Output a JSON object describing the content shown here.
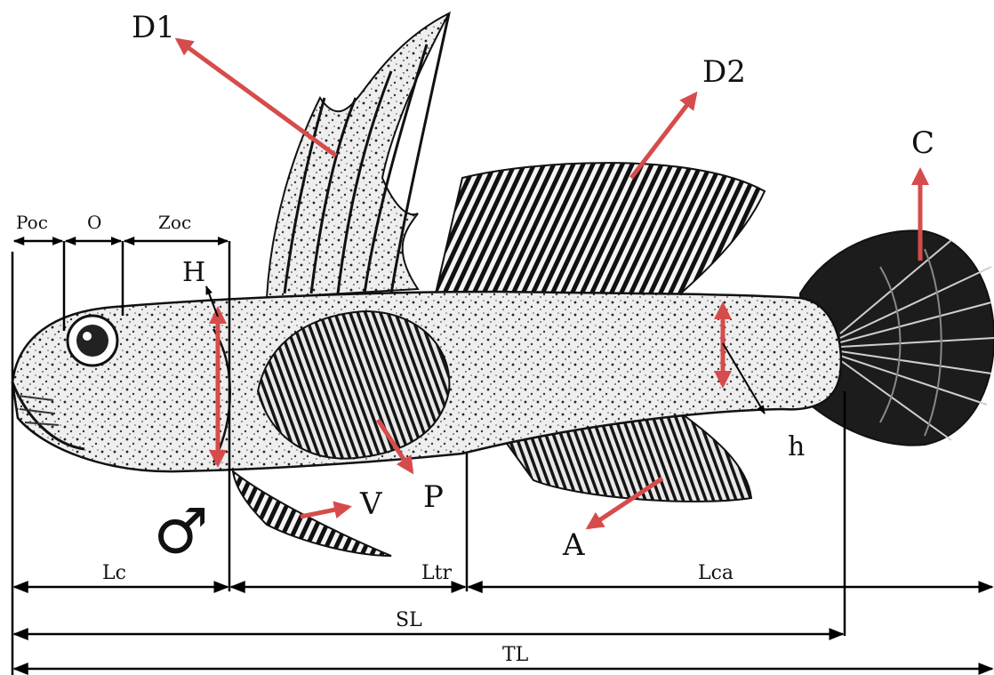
{
  "labels": {
    "D1": "D1",
    "D2": "D2",
    "C": "C",
    "H": "H",
    "h": "h",
    "P": "P",
    "V": "V",
    "A": "A",
    "sex": "♂"
  },
  "head_measures": {
    "Poc": "Poc",
    "O": "O",
    "Zoc": "Zoc"
  },
  "measurements": {
    "Lc": "Lc",
    "Ltr": "Ltr",
    "Lca": "Lca",
    "SL": "SL",
    "TL": "TL"
  },
  "colors": {
    "pointer_arrow": "#d64c4c",
    "dimension_line": "#000000",
    "fish_body": "#ededed",
    "fish_dark": "#1a1a1a"
  }
}
